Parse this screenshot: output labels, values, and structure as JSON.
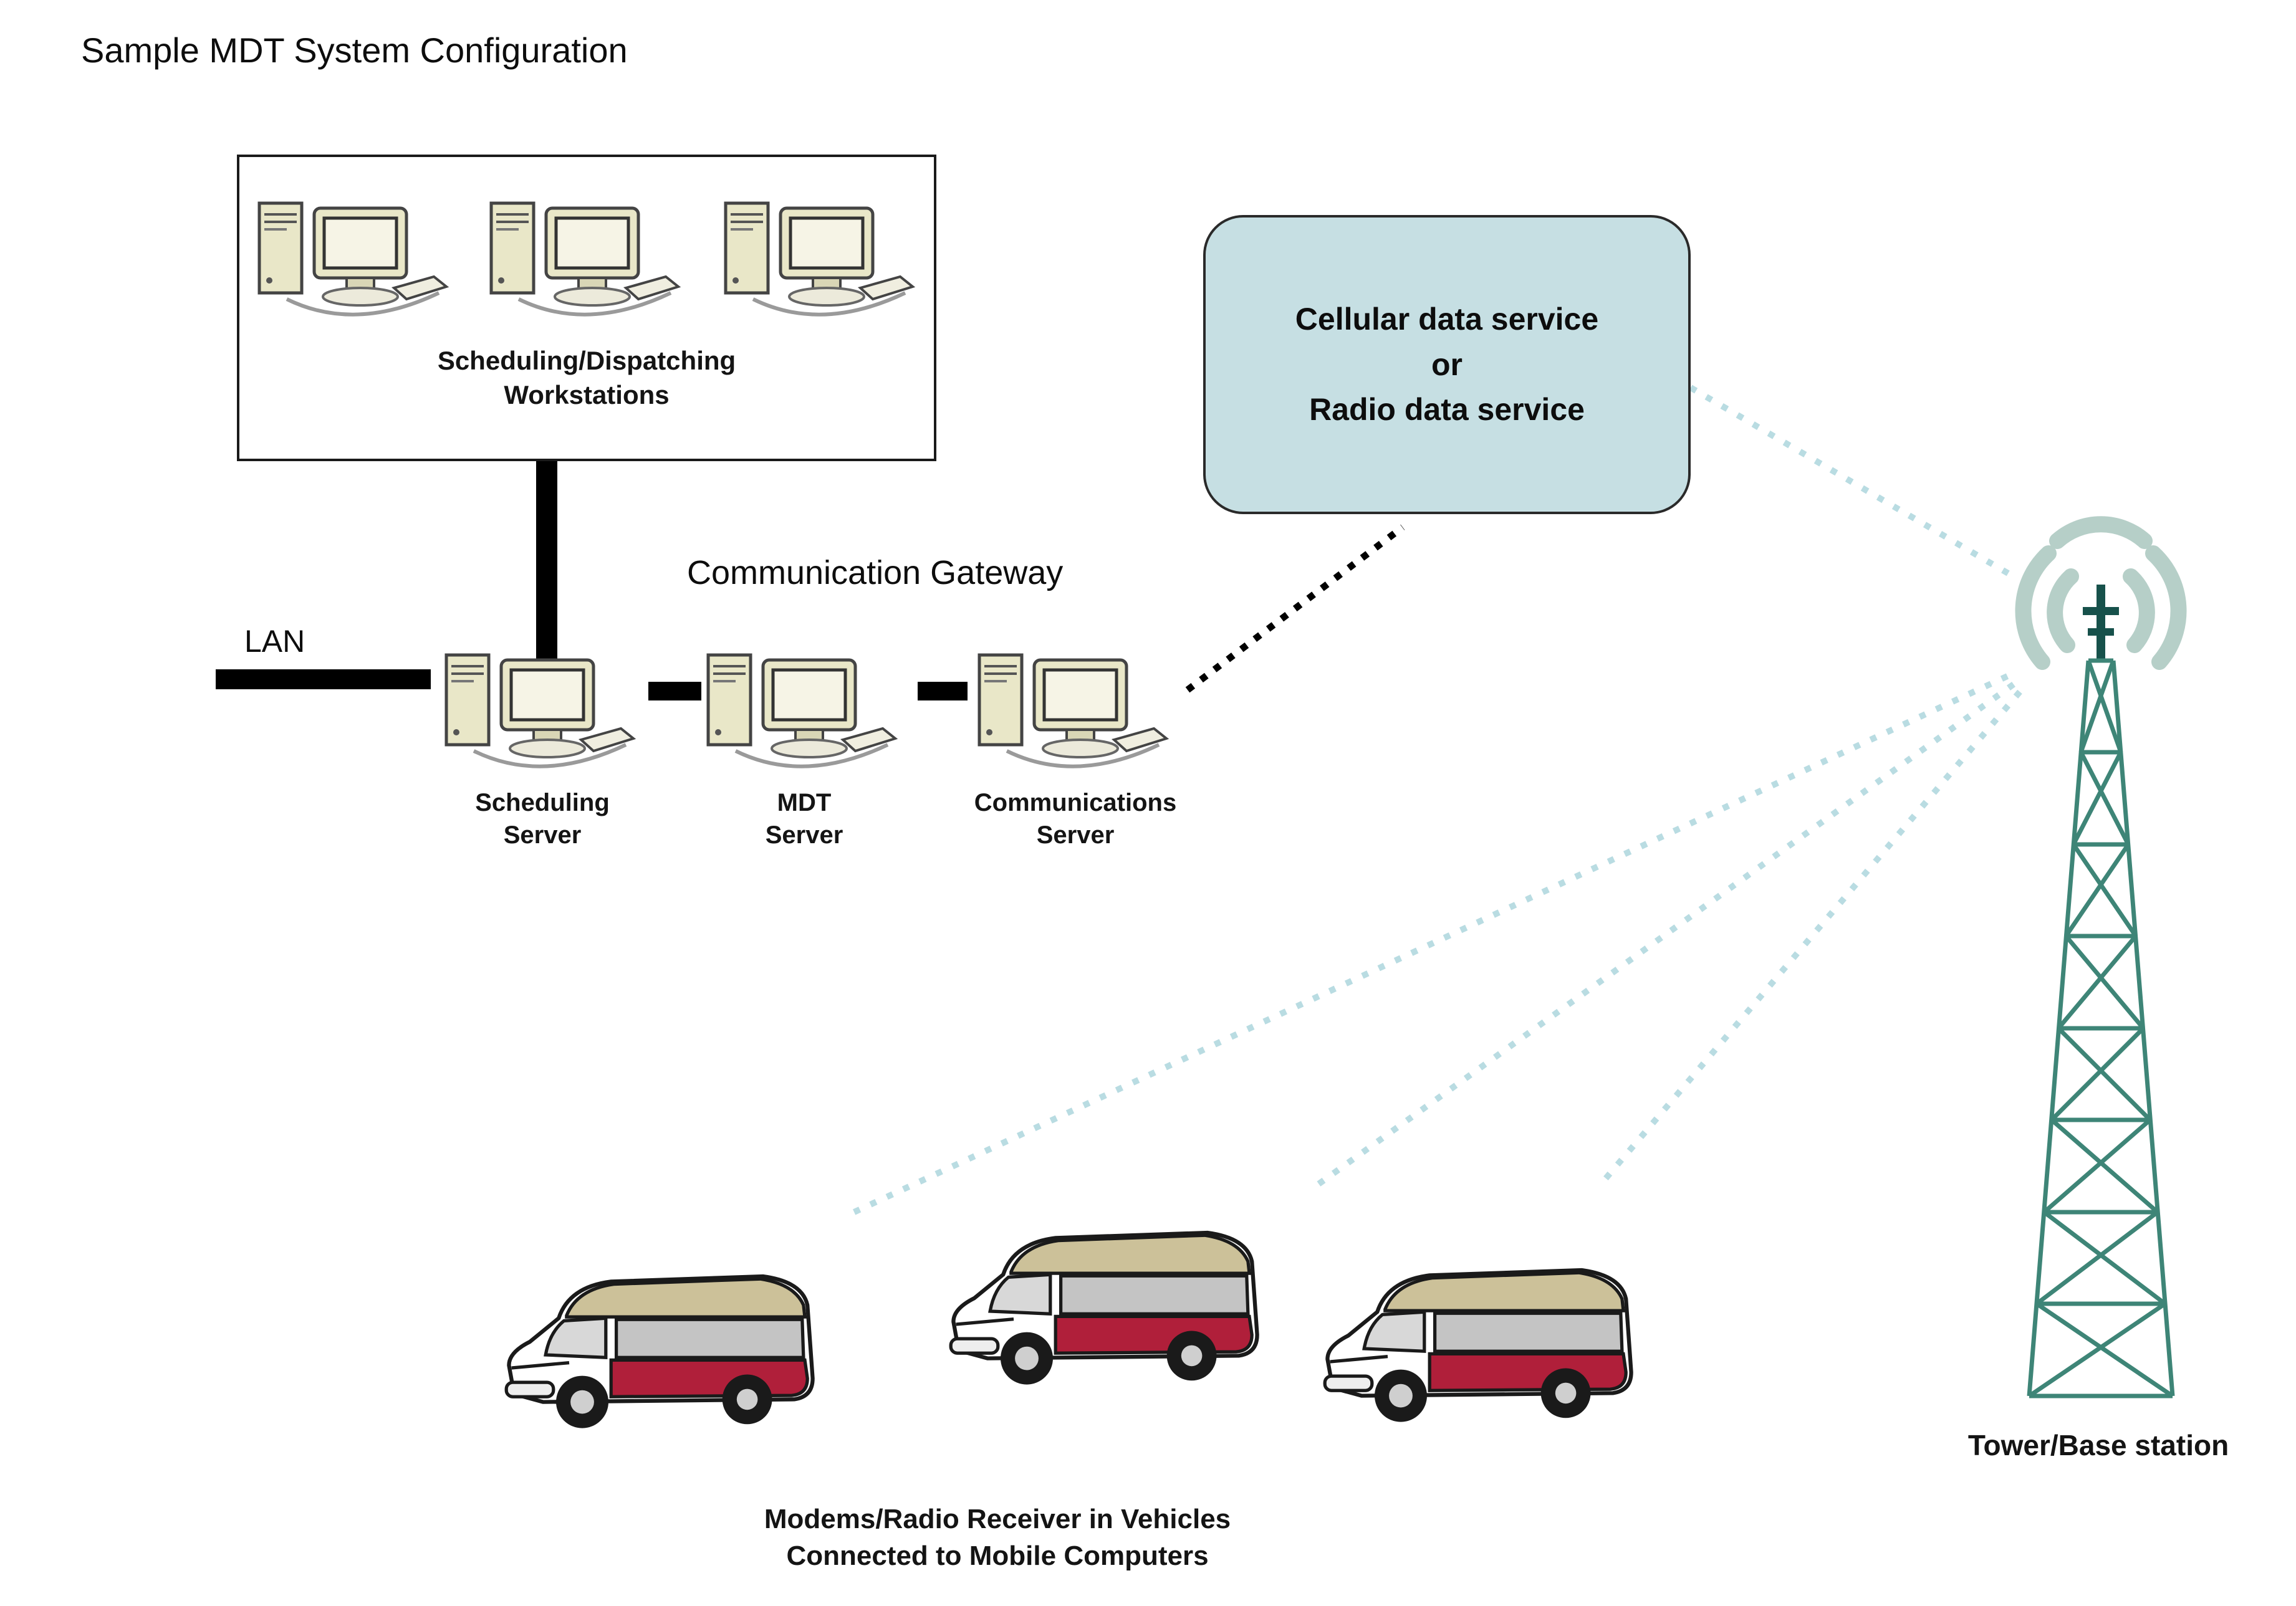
{
  "title": "Sample MDT System Configuration",
  "workstations": {
    "line1": "Scheduling/Dispatching",
    "line2": "Workstations"
  },
  "lan": "LAN",
  "gateway": "Communication Gateway",
  "servers": [
    {
      "line1": "Scheduling",
      "line2": "Server"
    },
    {
      "line1": "MDT",
      "line2": "Server"
    },
    {
      "line1": "Communications",
      "line2": "Server"
    }
  ],
  "cellular": {
    "line1": "Cellular data service",
    "line2": "or",
    "line3": "Radio data service",
    "fill": "#c6dfe3"
  },
  "tower": {
    "label": "Tower/Base station"
  },
  "vehicles": {
    "line1": "Modems/Radio Receiver in Vehicles",
    "line2": "Connected to Mobile Computers"
  },
  "colors": {
    "tower_teal": "#3e8577",
    "signal_arc": "#b6cfc8",
    "dotted_blue": "#b9dce2",
    "line_black": "#000000",
    "van_red": "#b01f3a",
    "van_roof_tan": "#ccc199",
    "pc_beige": "#e9e7c8"
  }
}
